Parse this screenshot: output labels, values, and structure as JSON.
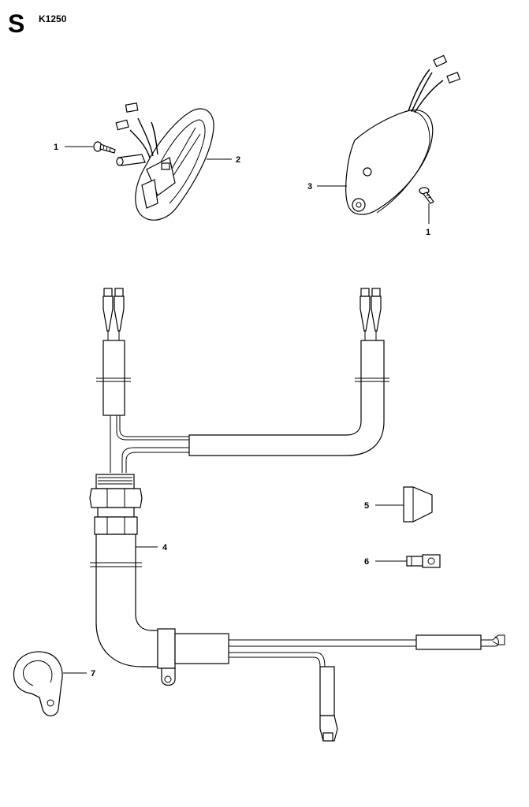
{
  "header": {
    "sheet_letter": "S",
    "model_code": "K1250"
  },
  "callouts": [
    {
      "id": "c1a",
      "label": "1"
    },
    {
      "id": "c2",
      "label": "2"
    },
    {
      "id": "c3",
      "label": "3"
    },
    {
      "id": "c1b",
      "label": "1"
    },
    {
      "id": "c4",
      "label": "4"
    },
    {
      "id": "c5",
      "label": "5"
    },
    {
      "id": "c6",
      "label": "6"
    },
    {
      "id": "c7",
      "label": "7"
    }
  ]
}
